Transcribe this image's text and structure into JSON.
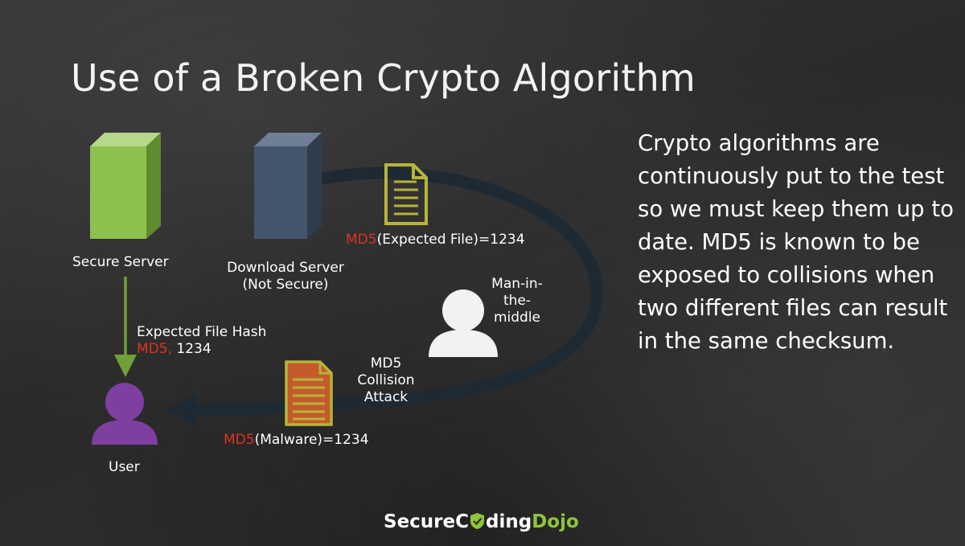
{
  "slide": {
    "title": "Use of a Broken Crypto Algorithm",
    "body_text": "Crypto algorithms are continuously put to the test so we must keep them up to date. MD5 is known to be exposed to collisions when two different files can result in the same checksum."
  },
  "diagram": {
    "secure_server_label": "Secure Server",
    "download_server_label_line1": "Download Server",
    "download_server_label_line2": "(Not Secure)",
    "user_label": "User",
    "hash_label_line1": "Expected File Hash",
    "hash_md5": "MD5,",
    "hash_value": " 1234",
    "expected_md5": "MD5",
    "expected_rest": "(Expected File)=1234",
    "mitm_line1": "Man-in-",
    "mitm_line2": "the-",
    "mitm_line3": "middle",
    "collision_line1": "MD5",
    "collision_line2": "Collision",
    "collision_line3": "Attack",
    "malware_md5": "MD5",
    "malware_rest": "(Malware)=1234"
  },
  "logo": {
    "part1": "Secure",
    "part2": "C",
    "part3": "ding",
    "part4": "Dojo"
  },
  "colors": {
    "secure_server": "#8dc04e",
    "download_server": "#44546a",
    "arrow_dark": "#1e2a33",
    "arrow_green": "#70a038",
    "user": "#7e3fa0",
    "document_outline": "#b6b43a",
    "malware_document": "#c55a2b",
    "md5_red": "#e0321f",
    "logo_green": "#8fc43b"
  },
  "icons": [
    "secure-server-icon",
    "download-server-icon",
    "user-icon",
    "man-in-the-middle-icon",
    "expected-file-icon",
    "malware-file-icon",
    "shield-icon"
  ]
}
